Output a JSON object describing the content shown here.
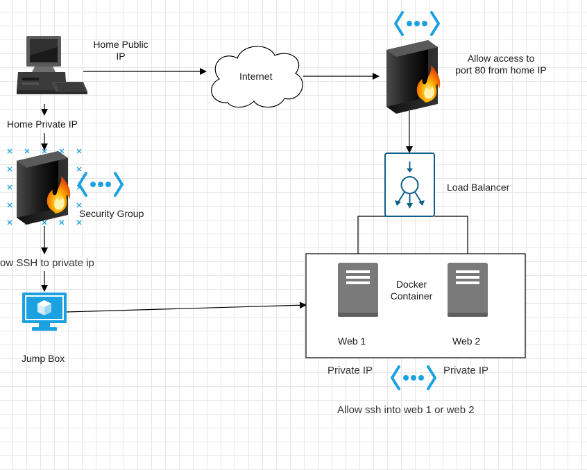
{
  "labels": {
    "home_public_ip": "Home Public\nIP",
    "home_private_ip": "Home Private IP",
    "internet": "Internet",
    "allow_access": "Allow access to\nport 80 from home IP",
    "load_balancer": "Load Balancer",
    "security_group": "Security Group",
    "allow_ssh_private": "ow SSH to private ip",
    "docker_container": "Docker\nContainer",
    "web1": "Web 1",
    "web2": "Web 2",
    "jump_box": "Jump Box",
    "private_ip_1": "Private IP",
    "private_ip_2": "Private IP",
    "allow_ssh_web": "Allow ssh into web 1 or web 2"
  },
  "icons": {
    "computer": "desktop-computer-icon",
    "cloud": "cloud-icon",
    "firewall": "firewall-icon",
    "vnet": "virtual-network-icon",
    "load_balancer": "load-balancer-icon",
    "server": "server-icon",
    "vm": "virtual-machine-icon"
  },
  "colors": {
    "azure_blue": "#1ba1e2",
    "lb_border": "#0f5f8a",
    "server_gray": "#777777",
    "line": "#000000",
    "text": "#1a1a1a"
  }
}
